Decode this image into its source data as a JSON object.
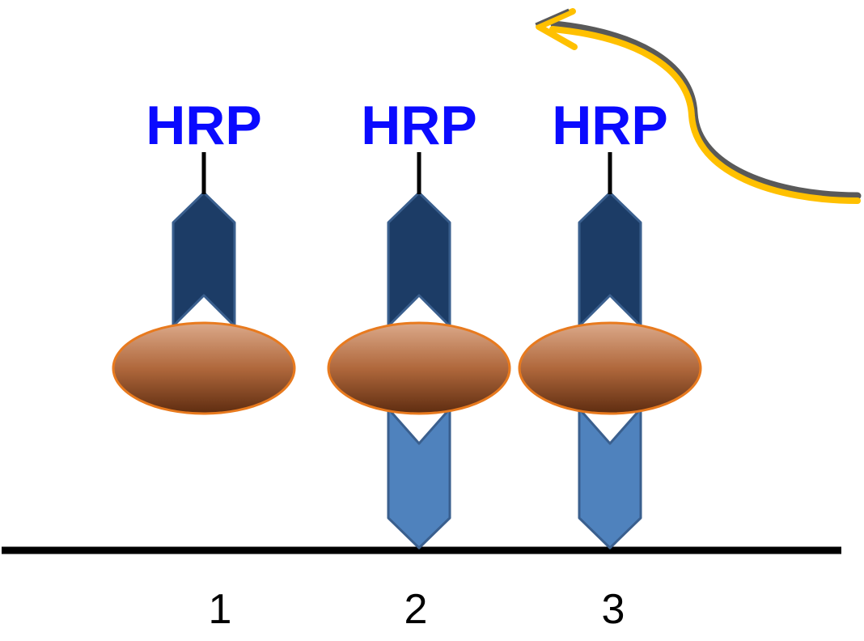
{
  "colors": {
    "hrp_text": "#0a0aff",
    "detection_antibody": "#1c3c66",
    "capture_antibody": "#4f82bd",
    "antibody_stroke": "#3a5f8e",
    "antigen_stroke": "#e87a1e",
    "antigen_top": "#dba98a",
    "antigen_mid": "#b0683c",
    "antigen_bottom": "#5e2c10",
    "surface_line": "#000000",
    "arrow_fill": "#ffc000",
    "arrow_shadow": "#595959",
    "lane_text": "#000000"
  },
  "arrow": {
    "icon": "curved-arrow-icon"
  },
  "lanes": [
    {
      "hrp_label": "HRP",
      "number": "1",
      "has_capture_antibody": false
    },
    {
      "hrp_label": "HRP",
      "number": "2",
      "has_capture_antibody": true
    },
    {
      "hrp_label": "HRP",
      "number": "3",
      "has_capture_antibody": true
    }
  ]
}
